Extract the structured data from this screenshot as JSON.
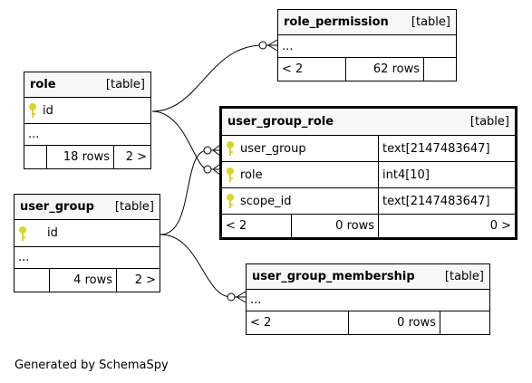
{
  "tables": {
    "role_permission": {
      "name": "role_permission",
      "type": "[table]",
      "ellipsis": "...",
      "stats": {
        "left": "< 2",
        "rows": "62 rows",
        "right": ""
      }
    },
    "role": {
      "name": "role",
      "type": "[table]",
      "columns": [
        {
          "name": "id",
          "key": true
        }
      ],
      "ellipsis": "...",
      "stats": {
        "left": "",
        "rows": "18 rows",
        "right": "2 >"
      }
    },
    "user_group": {
      "name": "user_group",
      "type": "[table]",
      "columns": [
        {
          "name": "id",
          "key": true
        }
      ],
      "ellipsis": "...",
      "stats": {
        "left": "",
        "rows": "4 rows",
        "right": "2 >"
      }
    },
    "user_group_role": {
      "name": "user_group_role",
      "type": "[table]",
      "columns": [
        {
          "name": "user_group",
          "type": "text[2147483647]",
          "key": true
        },
        {
          "name": "role",
          "type": "int4[10]",
          "key": true
        },
        {
          "name": "scope_id",
          "type": "text[2147483647]",
          "key": true
        }
      ],
      "stats": {
        "left": "< 2",
        "rows": "0 rows",
        "right": "0 >"
      }
    },
    "user_group_membership": {
      "name": "user_group_membership",
      "type": "[table]",
      "ellipsis": "...",
      "stats": {
        "left": "< 2",
        "rows": "0 rows",
        "right": ""
      }
    }
  },
  "colors": {
    "key_icon": "#d8d52a",
    "header_bg": "#f7f7f7",
    "line": "#000000"
  },
  "footer": "Generated by SchemaSpy"
}
